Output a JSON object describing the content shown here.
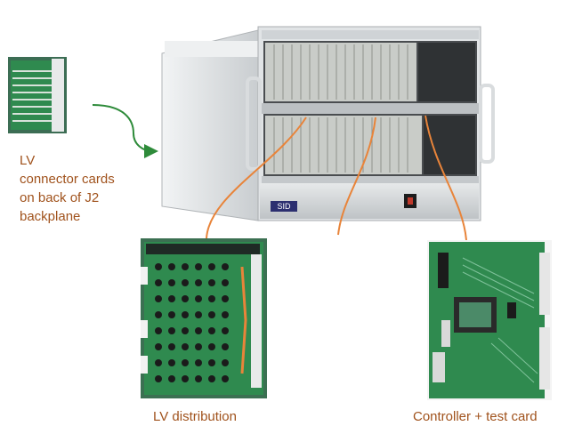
{
  "labels": {
    "lv_connector": [
      "LV",
      "connector cards",
      "on back of J2",
      "backplane"
    ],
    "lv_distribution": "LV distribution",
    "controller": "Controller + test card"
  },
  "crate_badge": "SID",
  "colors": {
    "label_text": "#a0521c",
    "orange_leader": "#e8843a",
    "green_arrow": "#2e8b3a",
    "pcb_green": "#2f8a4f",
    "crate_silver": "#d9dde0"
  }
}
